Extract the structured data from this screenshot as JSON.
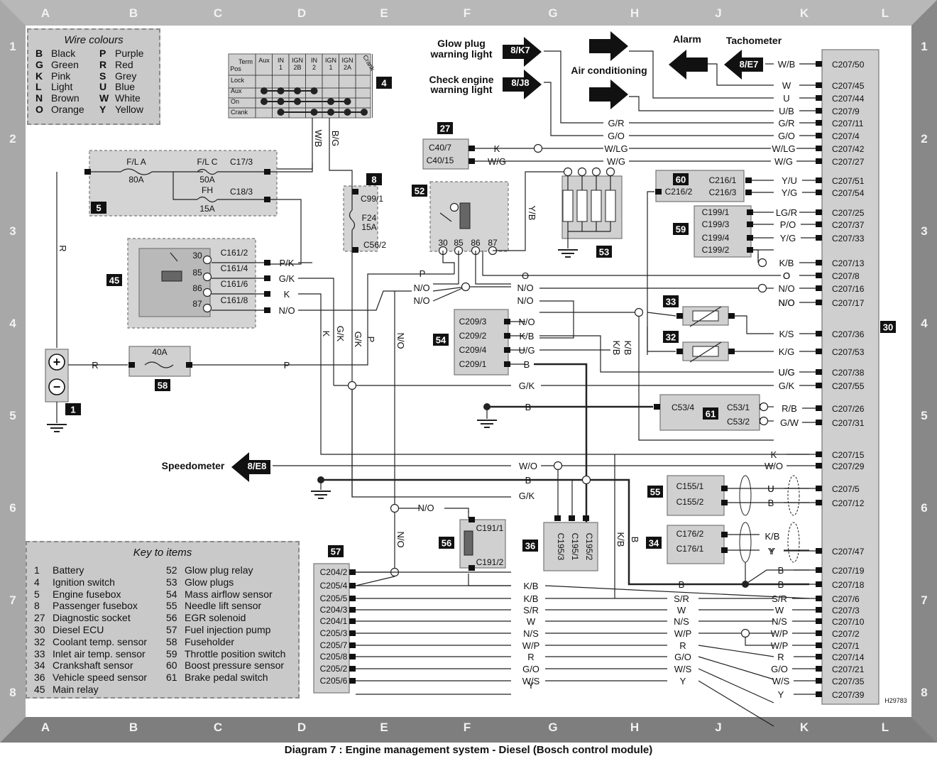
{
  "grid": {
    "columns": [
      "A",
      "B",
      "C",
      "D",
      "E",
      "F",
      "G",
      "H",
      "J",
      "K",
      "L"
    ],
    "rows": [
      "1",
      "2",
      "3",
      "4",
      "5",
      "6",
      "7",
      "8"
    ]
  },
  "wire_colours": {
    "title": "Wire colours",
    "left": [
      {
        "code": "B",
        "name": "Black"
      },
      {
        "code": "G",
        "name": "Green"
      },
      {
        "code": "K",
        "name": "Pink"
      },
      {
        "code": "L",
        "name": "Light"
      },
      {
        "code": "N",
        "name": "Brown"
      },
      {
        "code": "O",
        "name": "Orange"
      }
    ],
    "right": [
      {
        "code": "P",
        "name": "Purple"
      },
      {
        "code": "R",
        "name": "Red"
      },
      {
        "code": "S",
        "name": "Grey"
      },
      {
        "code": "U",
        "name": "Blue"
      },
      {
        "code": "W",
        "name": "White"
      },
      {
        "code": "Y",
        "name": "Yellow"
      }
    ]
  },
  "key_to_items": {
    "title": "Key to items",
    "left": [
      {
        "num": "1",
        "name": "Battery"
      },
      {
        "num": "4",
        "name": "Ignition switch"
      },
      {
        "num": "5",
        "name": "Engine fusebox"
      },
      {
        "num": "8",
        "name": "Passenger fusebox"
      },
      {
        "num": "27",
        "name": "Diagnostic socket"
      },
      {
        "num": "30",
        "name": "Diesel ECU"
      },
      {
        "num": "32",
        "name": "Coolant temp. sensor"
      },
      {
        "num": "33",
        "name": "Inlet air temp. sensor"
      },
      {
        "num": "34",
        "name": "Crankshaft sensor"
      },
      {
        "num": "36",
        "name": "Vehicle speed sensor"
      },
      {
        "num": "45",
        "name": "Main relay"
      }
    ],
    "right": [
      {
        "num": "52",
        "name": "Glow plug relay"
      },
      {
        "num": "53",
        "name": "Glow plugs"
      },
      {
        "num": "54",
        "name": "Mass airflow sensor"
      },
      {
        "num": "55",
        "name": "Needle lift sensor"
      },
      {
        "num": "56",
        "name": "EGR solenoid"
      },
      {
        "num": "57",
        "name": "Fuel injection pump"
      },
      {
        "num": "58",
        "name": "Fuseholder"
      },
      {
        "num": "59",
        "name": "Throttle position switch"
      },
      {
        "num": "60",
        "name": "Boost pressure sensor"
      },
      {
        "num": "61",
        "name": "Brake pedal switch"
      }
    ]
  },
  "ignition_table": {
    "header_term": "Term",
    "header_pos": "Pos",
    "columns": [
      "Aux",
      "IN 1",
      "IGN 2B",
      "IN 2",
      "IGN 1",
      "IGN 2A",
      "Crank"
    ],
    "rows": [
      "Lock",
      "Aux",
      "On",
      "Crank"
    ]
  },
  "references": [
    {
      "text": "Glow plug warning light",
      "code": "8/K7"
    },
    {
      "text": "Check engine warning light",
      "code": "8/J8"
    },
    {
      "text": "Air conditioning",
      "code": ""
    },
    {
      "text": "Alarm",
      "code": ""
    },
    {
      "text": "Tachometer",
      "code": "8/E7"
    },
    {
      "text": "Speedometer",
      "code": "8/E8"
    }
  ],
  "fuses": {
    "fla": {
      "name": "F/L A",
      "rating": "80A"
    },
    "flc": {
      "name": "F/L C",
      "rating": "50A"
    },
    "fh": {
      "name": "FH",
      "rating": "15A"
    },
    "f24": {
      "name": "F24",
      "rating": "15A"
    },
    "f58": {
      "rating": "40A"
    }
  },
  "item_numbers": [
    "1",
    "4",
    "5",
    "8",
    "27",
    "30",
    "32",
    "33",
    "34",
    "36",
    "45",
    "52",
    "53",
    "54",
    "55",
    "56",
    "57",
    "58",
    "59",
    "60",
    "61"
  ],
  "ecu_pins": [
    {
      "pin": "C207/50",
      "wire": "W/B"
    },
    {
      "pin": "C207/45",
      "wire": "W"
    },
    {
      "pin": "C207/44",
      "wire": "U"
    },
    {
      "pin": "C207/9",
      "wire": "U/B"
    },
    {
      "pin": "C207/11",
      "wire": "G/R"
    },
    {
      "pin": "C207/4",
      "wire": "G/O"
    },
    {
      "pin": "C207/42",
      "wire": "W/LG"
    },
    {
      "pin": "C207/27",
      "wire": "W/G"
    },
    {
      "pin": "C207/51",
      "wire": "Y/U"
    },
    {
      "pin": "C207/54",
      "wire": "Y/G"
    },
    {
      "pin": "C207/25",
      "wire": "LG/R"
    },
    {
      "pin": "C207/37",
      "wire": "P/O"
    },
    {
      "pin": "C207/33",
      "wire": "Y/G"
    },
    {
      "pin": "C207/13",
      "wire": "K/B"
    },
    {
      "pin": "C207/8",
      "wire": "O"
    },
    {
      "pin": "C207/16",
      "wire": "N/O"
    },
    {
      "pin": "C207/17",
      "wire": "N/O"
    },
    {
      "pin": "C207/36",
      "wire": "K/S"
    },
    {
      "pin": "C207/53",
      "wire": "K/G"
    },
    {
      "pin": "C207/38",
      "wire": "U/G"
    },
    {
      "pin": "C207/55",
      "wire": "G/K"
    },
    {
      "pin": "C207/26",
      "wire": "R/B"
    },
    {
      "pin": "C207/31",
      "wire": "G/W"
    },
    {
      "pin": "C207/15",
      "wire": "K"
    },
    {
      "pin": "C207/29",
      "wire": "W/O"
    },
    {
      "pin": "C207/5",
      "wire": "U"
    },
    {
      "pin": "C207/12",
      "wire": "B"
    },
    {
      "pin": "C207/47",
      "wire": "Y"
    },
    {
      "pin": "C207/19",
      "wire": "B"
    },
    {
      "pin": "C207/18",
      "wire": "B"
    },
    {
      "pin": "C207/6",
      "wire": "S/R"
    },
    {
      "pin": "C207/3",
      "wire": "W"
    },
    {
      "pin": "C207/10",
      "wire": "N/S"
    },
    {
      "pin": "C207/2",
      "wire": "W/P"
    },
    {
      "pin": "C207/1",
      "wire": "W/P"
    },
    {
      "pin": "C207/14",
      "wire": "R"
    },
    {
      "pin": "C207/21",
      "wire": "G/O"
    },
    {
      "pin": "C207/35",
      "wire": "W/S"
    },
    {
      "pin": "C207/39",
      "wire": "Y"
    }
  ],
  "pump_pins": [
    {
      "pin": "C204/2",
      "wire": ""
    },
    {
      "pin": "C205/4",
      "wire": ""
    },
    {
      "pin": "C205/5",
      "wire": "K/B"
    },
    {
      "pin": "C204/3",
      "wire": "S/R"
    },
    {
      "pin": "C204/1",
      "wire": "W"
    },
    {
      "pin": "C205/3",
      "wire": "N/S"
    },
    {
      "pin": "C205/7",
      "wire": "W/P"
    },
    {
      "pin": "C205/8",
      "wire": "R"
    },
    {
      "pin": "C205/2",
      "wire": "G/O"
    },
    {
      "pin": "C205/6",
      "wire": "W/S"
    }
  ],
  "pump_extra_wires": [
    "Y",
    "S/R",
    "W",
    "N/S",
    "W/P",
    "R",
    "G/O",
    "W/S",
    "Y"
  ],
  "connectors": {
    "c40_7": "C40/7",
    "c40_15": "C40/15",
    "c209_3": "C209/3",
    "c209_2": "C209/2",
    "c209_4": "C209/4",
    "c209_1": "C209/1",
    "c216_1": "C216/1",
    "c216_3": "C216/3",
    "c216_2": "C216/2",
    "c199_1": "C199/1",
    "c199_3": "C199/3",
    "c199_4": "C199/4",
    "c199_2": "C199/2",
    "c161_2": "C161/2",
    "c161_4": "C161/4",
    "c161_6": "C161/6",
    "c161_8": "C161/8",
    "c17_3": "C17/3",
    "c18_3": "C18/3",
    "c99_1": "C99/1",
    "c56_2": "C56/2",
    "c53_4": "C53/4",
    "c53_1": "C53/1",
    "c53_2": "C53/2",
    "c155_1": "C155/1",
    "c155_2": "C155/2",
    "c176_2": "C176/2",
    "c176_1": "C176/1",
    "c191_1": "C191/1",
    "c191_2": "C191/2",
    "c195_3": "C195/3",
    "c195_1": "C195/1",
    "c195_2": "C195/2"
  },
  "relay_pins": {
    "r45": [
      "30",
      "85",
      "86",
      "87"
    ],
    "r52": [
      "30",
      "85",
      "86",
      "87"
    ]
  },
  "misc_wires": {
    "ign_wb": "W/B",
    "ign_bg": "B/G",
    "r": "R",
    "pk": "P/K",
    "gk": "G/K",
    "k": "K",
    "no": "N/O",
    "p": "P",
    "o": "O",
    "kb": "K/B",
    "ug": "U/G",
    "b": "B",
    "yb": "Y/B",
    "gw": "G/W",
    "rb": "R/B",
    "wo": "W/O",
    "u": "U",
    "y": "Y",
    "wlg": "W/LG",
    "wg": "W/G",
    "gr": "G/R",
    "go": "G/O",
    "w": "W",
    "ub": "U/B"
  },
  "drawing_ref": "H29783",
  "caption": "Diagram 7 : Engine management system - Diesel (Bosch control module)"
}
